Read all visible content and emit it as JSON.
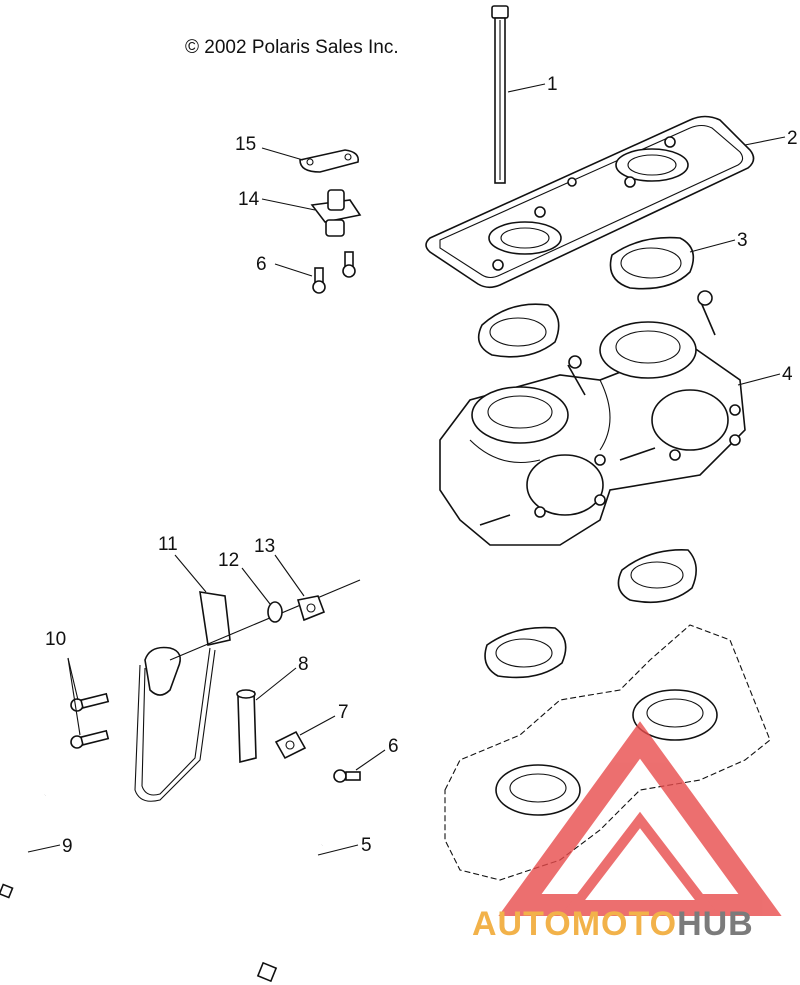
{
  "copyright": "© 2002 Polaris Sales Inc.",
  "callouts": [
    {
      "key": "c1",
      "label": "1"
    },
    {
      "key": "c2",
      "label": "2"
    },
    {
      "key": "c3",
      "label": "3"
    },
    {
      "key": "c4",
      "label": "4"
    },
    {
      "key": "c5",
      "label": "5"
    },
    {
      "key": "c6a",
      "label": "6"
    },
    {
      "key": "c6b",
      "label": "6"
    },
    {
      "key": "c7",
      "label": "7"
    },
    {
      "key": "c8",
      "label": "8"
    },
    {
      "key": "c9",
      "label": "9"
    },
    {
      "key": "c10",
      "label": "10"
    },
    {
      "key": "c11",
      "label": "11"
    },
    {
      "key": "c12",
      "label": "12"
    },
    {
      "key": "c13",
      "label": "13"
    },
    {
      "key": "c14",
      "label": "14"
    },
    {
      "key": "c15",
      "label": "15"
    }
  ],
  "watermark": {
    "part1": "AUTOMOTO",
    "part2": "HUB",
    "color_part1": "#f2b24a",
    "color_part2": "#7b7b7b",
    "logo_color": "#e84c4c"
  }
}
